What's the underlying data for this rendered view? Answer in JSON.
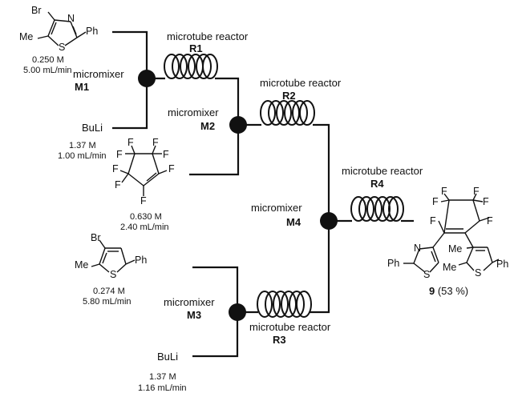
{
  "reagent1": {
    "br": "Br",
    "me": "Me",
    "n": "N",
    "s": "S",
    "ph": "Ph",
    "conc": "0.250 M",
    "flow": "5.00 mL/min"
  },
  "buli1": {
    "name": "BuLi",
    "conc": "1.37 M",
    "flow": "1.00 mL/min"
  },
  "perfluoro": {
    "f": "F",
    "conc": "0.630 M",
    "flow": "2.40 mL/min"
  },
  "reagent2": {
    "br": "Br",
    "me": "Me",
    "s": "S",
    "ph": "Ph",
    "conc": "0.274 M",
    "flow": "5.80 mL/min"
  },
  "buli2": {
    "name": "BuLi",
    "conc": "1.37 M",
    "flow": "1.16 mL/min"
  },
  "mixers": {
    "m1": {
      "label": "micromixer",
      "id": "M1"
    },
    "m2": {
      "label": "micromixer",
      "id": "M2"
    },
    "m3": {
      "label": "micromixer",
      "id": "M3"
    },
    "m4": {
      "label": "micromixer",
      "id": "M4"
    }
  },
  "reactors": {
    "r1": {
      "label": "microtube reactor",
      "id": "R1"
    },
    "r2": {
      "label": "microtube reactor",
      "id": "R2"
    },
    "r3": {
      "label": "microtube reactor",
      "id": "R3"
    },
    "r4": {
      "label": "microtube reactor",
      "id": "R4"
    }
  },
  "product": {
    "f": "F",
    "n": "N",
    "s": "S",
    "me": "Me",
    "ph": "Ph",
    "number": "9",
    "yield": " (53 %)"
  }
}
